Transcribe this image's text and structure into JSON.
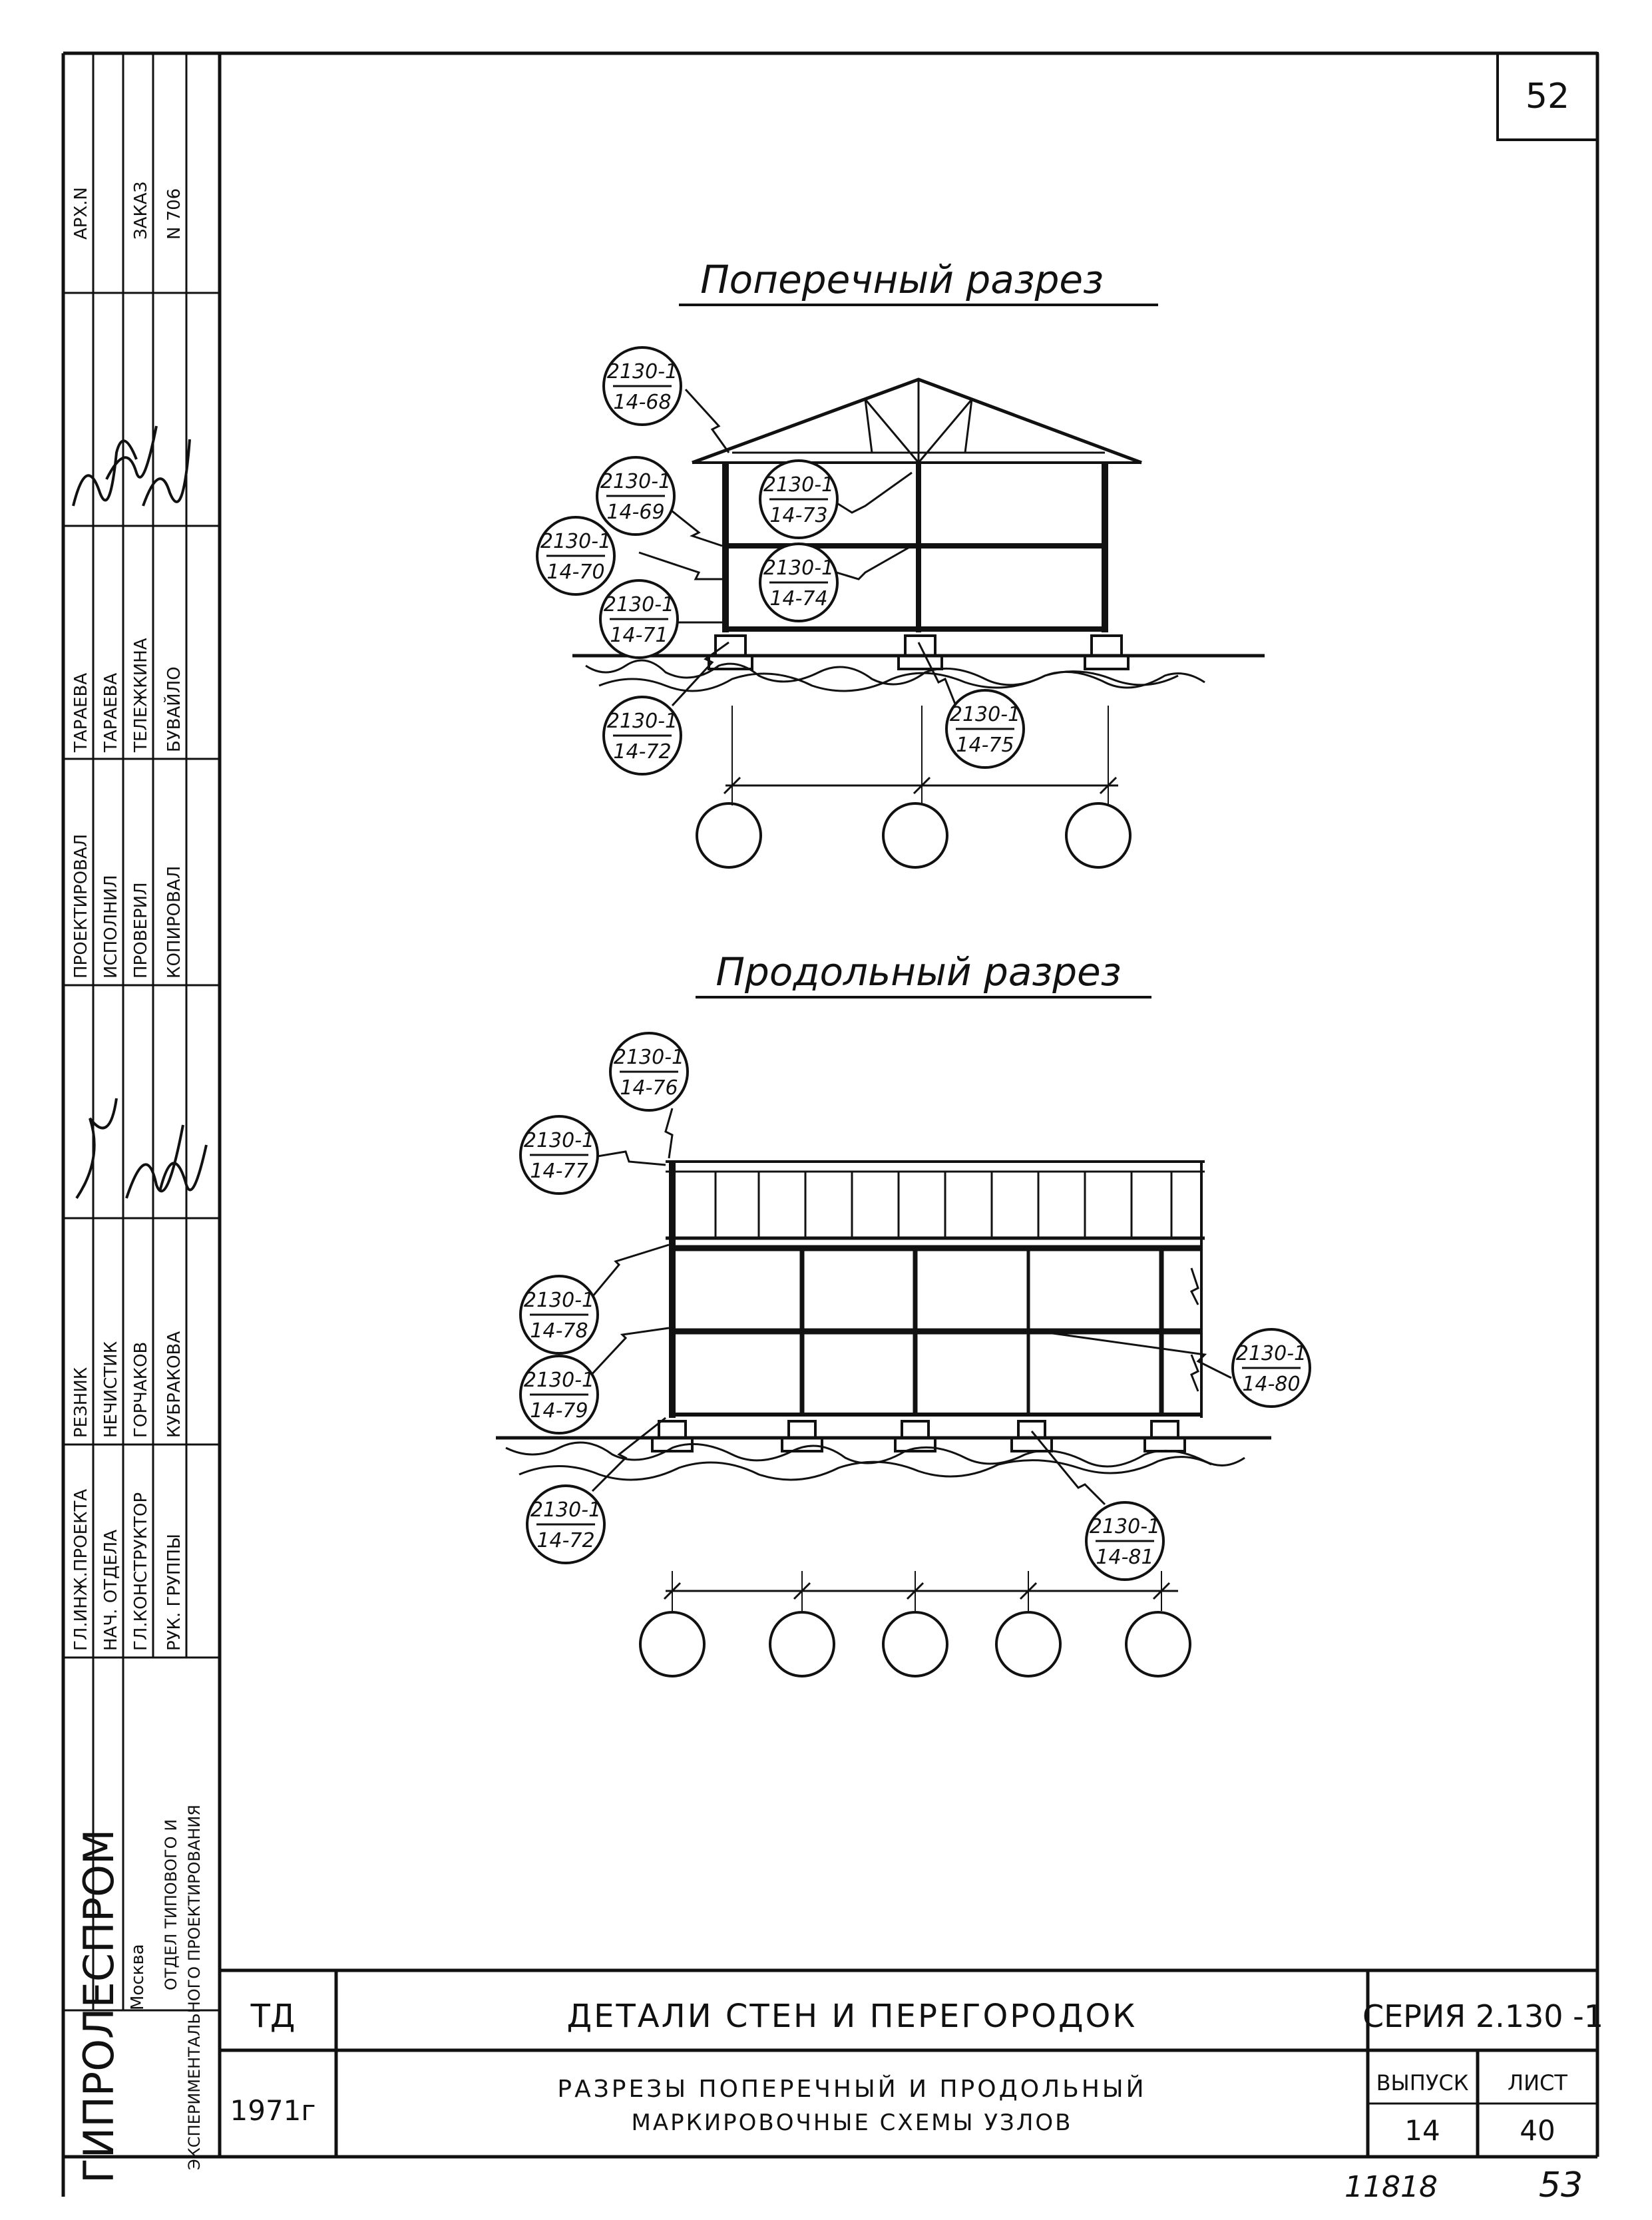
{
  "sheet_number": "52",
  "sections": {
    "transverse_title": "Поперечный разрез",
    "longitudinal_title": "Продольный разрез"
  },
  "callouts_transverse": [
    {
      "top": "2130-1",
      "bottom": "14-68"
    },
    {
      "top": "2130-1",
      "bottom": "14-69"
    },
    {
      "top": "2130-1",
      "bottom": "14-70"
    },
    {
      "top": "2130-1",
      "bottom": "14-71"
    },
    {
      "top": "2130-1",
      "bottom": "14-72"
    },
    {
      "top": "2130-1",
      "bottom": "14-73"
    },
    {
      "top": "2130-1",
      "bottom": "14-74"
    },
    {
      "top": "2130-1",
      "bottom": "14-75"
    }
  ],
  "callouts_longitudinal": [
    {
      "top": "2130-1",
      "bottom": "14-76"
    },
    {
      "top": "2130-1",
      "bottom": "14-77"
    },
    {
      "top": "2130-1",
      "bottom": "14-78"
    },
    {
      "top": "2130-1",
      "bottom": "14-79"
    },
    {
      "top": "2130-1",
      "bottom": "14-72"
    },
    {
      "top": "2130-1",
      "bottom": "14-80"
    },
    {
      "top": "2130-1",
      "bottom": "14-81"
    }
  ],
  "side_stamp": {
    "arch_no": "АРХ.N",
    "order_label": "ЗАКАЗ",
    "order_no": "N 706",
    "roles": [
      "ПРОЕКТИРОВАЛ",
      "ИСПОЛНИЛ",
      "ПРОВЕРИЛ",
      "КОПИРОВАЛ"
    ],
    "names": [
      "ТАРАЕВА",
      "ТАРАЕВА",
      "ТЕЛЕЖКИНА",
      "БУВАЙЛО"
    ],
    "roles2": [
      "ГЛ.ИНЖ.ПРОЕКТА",
      "НАЧ. ОТДЕЛА",
      "ГЛ.КОНСТРУКТОР",
      "РУК. ГРУППЫ"
    ],
    "names2": [
      "РЕЗНИК",
      "НЕЧИСТИК",
      "ГОРЧАКОВ",
      "КУБРАКОВА"
    ],
    "org": "ГИПРОЛЕСПРОМ",
    "city": "Москва",
    "dept1": "ОТДЕЛ ТИПОВОГО И",
    "dept2": "ЭКСПЕРИМЕНТАЛЬНОГО ПРОЕКТИРОВАНИЯ"
  },
  "title_block": {
    "td": "ТД",
    "year": "1971г",
    "title": "ДЕТАЛИ СТЕН И ПЕРЕГОРОДОК",
    "subtitle1": "РАЗРЕЗЫ ПОПЕРЕЧНЫЙ И ПРОДОЛЬНЫЙ",
    "subtitle2": "МАРКИРОВОЧНЫЕ СХЕМЫ УЗЛОВ",
    "series": "СЕРИЯ 2.130 -1",
    "issue_label": "ВЫПУСК",
    "issue": "14",
    "sheet_label": "ЛИСТ",
    "sheet": "40"
  },
  "footer": {
    "inv": "11818",
    "page": "53"
  }
}
